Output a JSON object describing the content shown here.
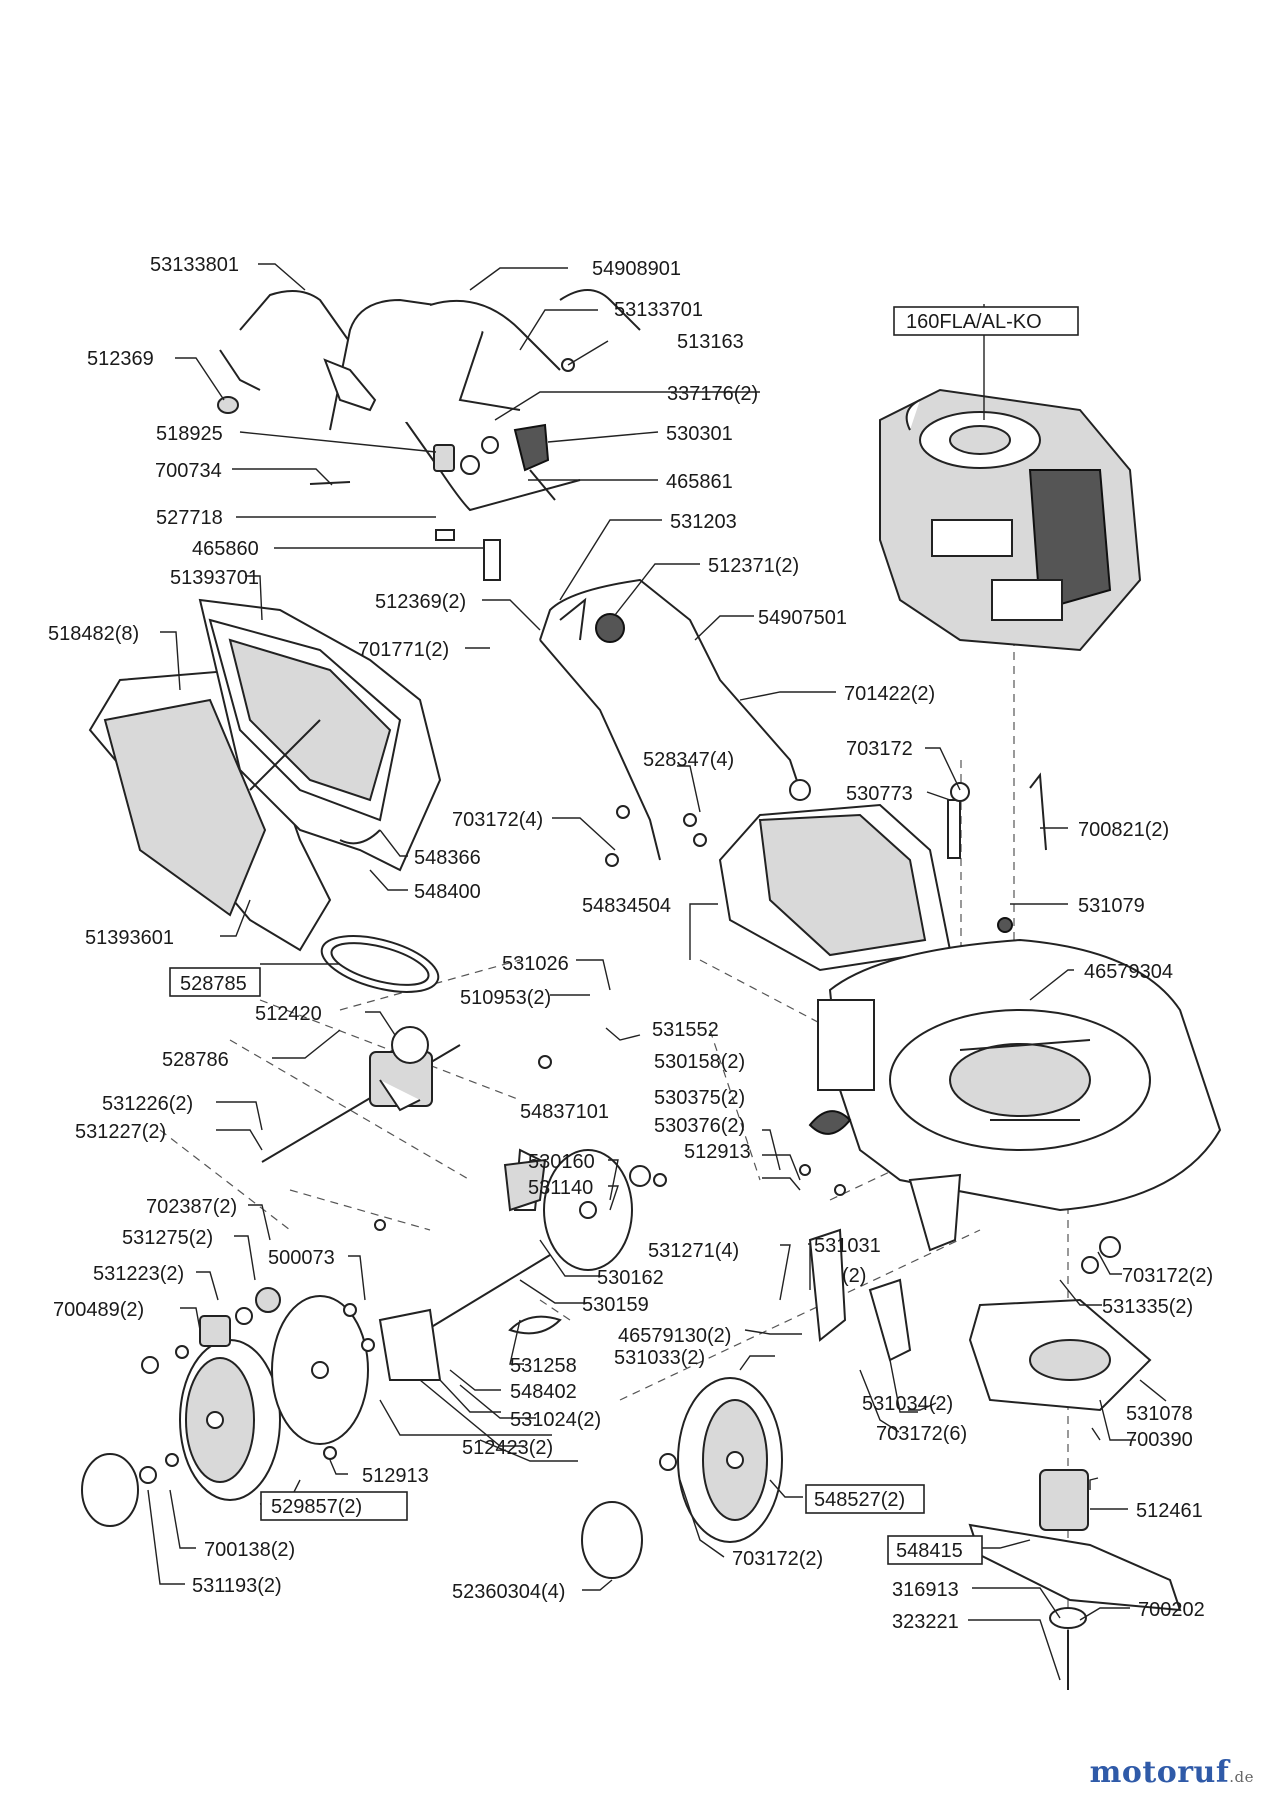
{
  "labels": {
    "p53133801": "53133801",
    "p54908901": "54908901",
    "p53133701": "53133701",
    "p512369": "512369",
    "p513163": "513163",
    "p337176": "337176(2)",
    "p518925": "518925",
    "p530301": "530301",
    "p700734": "700734",
    "p465861": "465861",
    "p527718": "527718",
    "p465860": "465860",
    "p531203": "531203",
    "p51393701": "51393701",
    "p512371": "512371(2)",
    "p518482": "518482(8)",
    "p512369b": "512369(2)",
    "p54907501": "54907501",
    "p701771": "701771(2)",
    "p701422": "701422(2)",
    "p703172a": "703172",
    "p528347": "528347(4)",
    "p530773": "530773",
    "p703172b": "703172(4)",
    "p700821": "700821(2)",
    "p548366": "548366",
    "p548400": "548400",
    "p531079": "531079",
    "p51393601": "51393601",
    "p54834504": "54834504",
    "p528785": "528785",
    "p531026": "531026",
    "p46579304": "46579304",
    "p510953": "510953(2)",
    "p531552": "531552",
    "p512420": "512420",
    "p530158": "530158(2)",
    "p528786": "528786",
    "p530375": "530375(2)",
    "p531226": "531226(2)",
    "p54837101": "54837101",
    "p530376": "530376(2)",
    "p531227": "531227(2)",
    "p512913a": "512913",
    "p530160": "530160",
    "p531140": "531140",
    "p702387": "702387(2)",
    "p531031": "531031",
    "p531031q": "(2)",
    "p531275": "531275(2)",
    "p531271": "531271(4)",
    "p500073": "500073",
    "p530162": "530162",
    "p531223": "531223(2)",
    "p703172c": "703172(2)",
    "p700489": "700489(2)",
    "p530159": "530159",
    "p531335": "531335(2)",
    "p46579130": "46579130(2)",
    "p531258": "531258",
    "p531033": "531033(2)",
    "p548402": "548402",
    "p531078": "531078",
    "p531024": "531024(2)",
    "p531034": "531034(2)",
    "p512423": "512423(2)",
    "p703172d": "703172(6)",
    "p700390": "700390",
    "p512913b": "512913",
    "p529857": "529857(2)",
    "p548527": "548527(2)",
    "p512461": "512461",
    "p700138": "700138(2)",
    "p548415": "548415",
    "p703172e": "703172(2)",
    "p531193": "531193(2)",
    "p316913": "316913",
    "p52360304": "52360304(4)",
    "p700202": "700202",
    "p323221": "323221",
    "engine": "160FLA/AL-KO"
  },
  "watermark": {
    "brand": "motoruf",
    "tld": ".de"
  }
}
